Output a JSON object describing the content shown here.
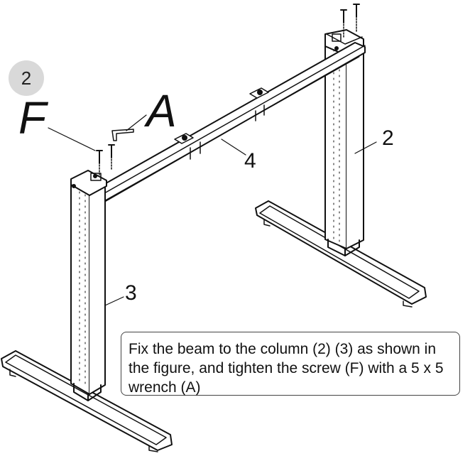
{
  "step": "2",
  "labels": {
    "screw": "F",
    "wrench": "A",
    "column_right": "2",
    "column_left": "3",
    "beam": "4"
  },
  "instruction": "Fix the beam to the column (2) (3) as shown in the figure, and tighten the screw (F) with a 5 x 5 wrench (A)"
}
